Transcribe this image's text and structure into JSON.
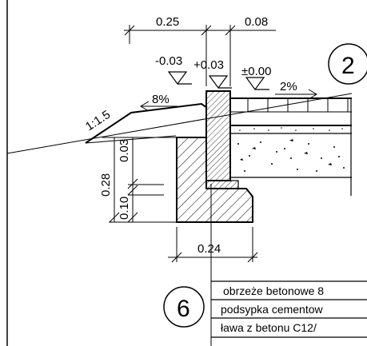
{
  "dimensions": {
    "top_width_1": "0.25",
    "top_width_2": "0.08",
    "vertical_total": "0.28",
    "vertical_upper": "0.03",
    "vertical_lower": "0.10",
    "bottom_width": "0.24"
  },
  "levels": {
    "left": "-0.03",
    "middle": "+0.03",
    "right": "±0.00"
  },
  "slopes": {
    "embankment": "1:1.5",
    "left_surface": "8%",
    "right_surface": "2%"
  },
  "markers": {
    "detail_top": "2",
    "detail_bottom": "6"
  },
  "legend": [
    "obrzeże betonowe 8",
    "podsypka cementow",
    "ława z betonu C12/"
  ]
}
